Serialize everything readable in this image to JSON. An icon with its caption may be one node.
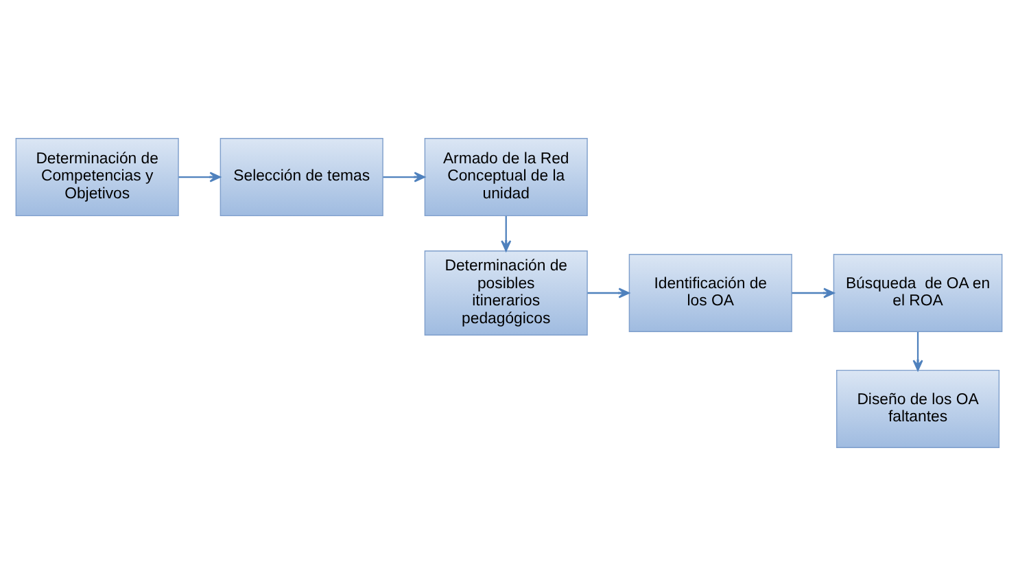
{
  "diagram": {
    "nodes": [
      {
        "text": [
          "Determinación de Competencias y Objetivos"
        ]
      },
      {
        "text": [
          "Selección de temas"
        ]
      },
      {
        "text": [
          "Armado de la Red Conceptual de la unidad"
        ]
      },
      {
        "text": [
          "Determinación de posibles itinerarios pedagógicos"
        ]
      },
      {
        "text": [
          "Identificación de los OA"
        ]
      },
      {
        "text": [
          "Búsqueda  de OA en el ROA"
        ]
      },
      {
        "text": [
          "Diseño de los OA faltantes"
        ]
      }
    ],
    "edges": [
      {
        "from": 0,
        "to": 1,
        "arrow": "to"
      },
      {
        "from": 1,
        "to": 2,
        "arrow": "to"
      },
      {
        "from": 2,
        "to": 3,
        "arrow": "to"
      },
      {
        "from": 3,
        "to": 4,
        "arrow": "to"
      },
      {
        "from": 4,
        "to": 5,
        "arrow": "to"
      },
      {
        "from": 5,
        "to": 6,
        "arrow": "to"
      }
    ]
  }
}
